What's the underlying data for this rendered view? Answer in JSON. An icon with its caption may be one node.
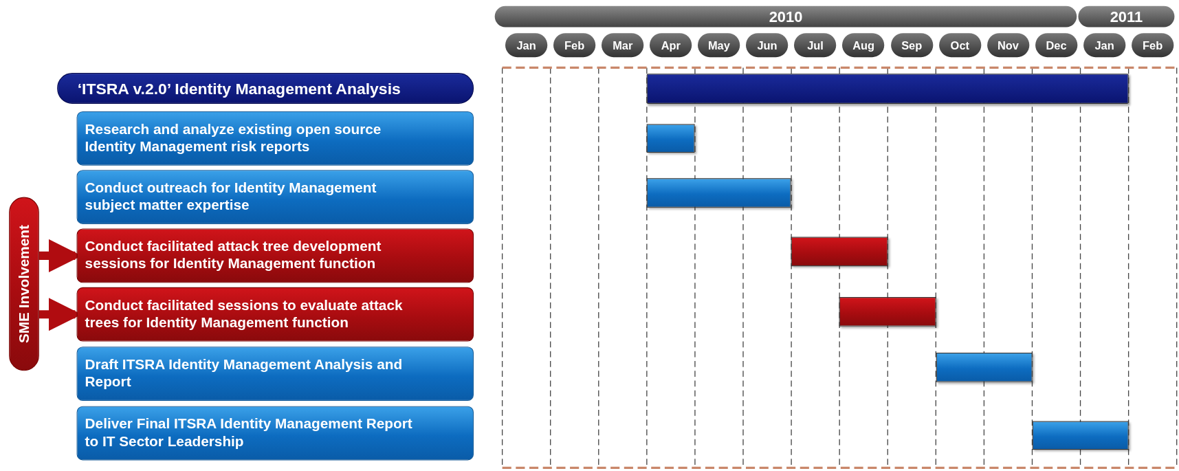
{
  "diagram": {
    "nodes": [
      {
        "text": [
          "‘ITSRA v.2.0’ Identity Management Analysis"
        ]
      },
      {
        "text": [
          "Research and analyze existing open source Identity Management risk reports"
        ]
      },
      {
        "text": [
          "Conduct outreach for Identity Management subject matter expertise"
        ]
      },
      {
        "text": [
          "Conduct facilitated attack tree development sessions for Identity Management function"
        ]
      },
      {
        "text": [
          "Conduct facilitated sessions to evaluate attack trees for Identity Management function"
        ]
      },
      {
        "text": [
          "Draft ITSRA Identity Management Analysis and Report"
        ]
      },
      {
        "text": [
          "Deliver Final ITSRA Identity Management Report to IT Sector Leadership"
        ]
      },
      {
        "text": [
          "SME Involvement"
        ]
      },
      {
        "text": [],
        "shape": "bar"
      },
      {
        "text": [],
        "shape": "bar"
      },
      {
        "text": [],
        "shape": "bar"
      },
      {
        "text": [],
        "shape": "bar"
      },
      {
        "text": [],
        "shape": "bar"
      },
      {
        "text": [],
        "shape": "bar"
      },
      {
        "text": [],
        "shape": "bar"
      }
    ],
    "edges": [
      {
        "from": 7,
        "to": 3,
        "arrow": "to"
      },
      {
        "from": 7,
        "to": 4,
        "arrow": "to"
      }
    ],
    "labels": [
      "2010",
      "2011",
      "Jan",
      "Feb",
      "Mar",
      "Apr",
      "May",
      "Jun",
      "Jul",
      "Aug",
      "Sep",
      "Oct",
      "Nov",
      "Dec",
      "Jan",
      "Feb"
    ]
  }
}
